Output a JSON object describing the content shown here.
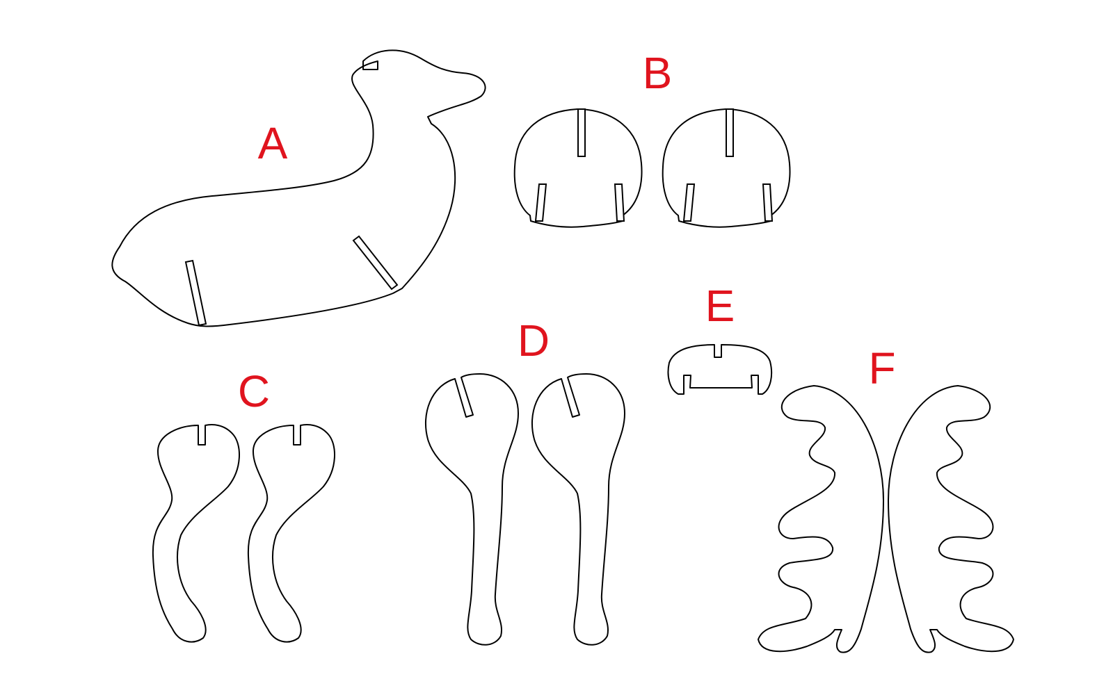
{
  "accent_color": "#e0141e",
  "outline_color": "#000000",
  "background_color": "#ffffff",
  "pieces": [
    {
      "id": "A",
      "label": "A",
      "shape": "lamb-body",
      "count": 1
    },
    {
      "id": "B",
      "label": "B",
      "shape": "shoulder-piece",
      "count": 2
    },
    {
      "id": "C",
      "label": "C",
      "shape": "front-leg",
      "count": 2
    },
    {
      "id": "D",
      "label": "D",
      "shape": "hind-leg",
      "count": 2
    },
    {
      "id": "E",
      "label": "E",
      "shape": "connector",
      "count": 1
    },
    {
      "id": "F",
      "label": "F",
      "shape": "wool-tuft",
      "count": 2
    }
  ]
}
